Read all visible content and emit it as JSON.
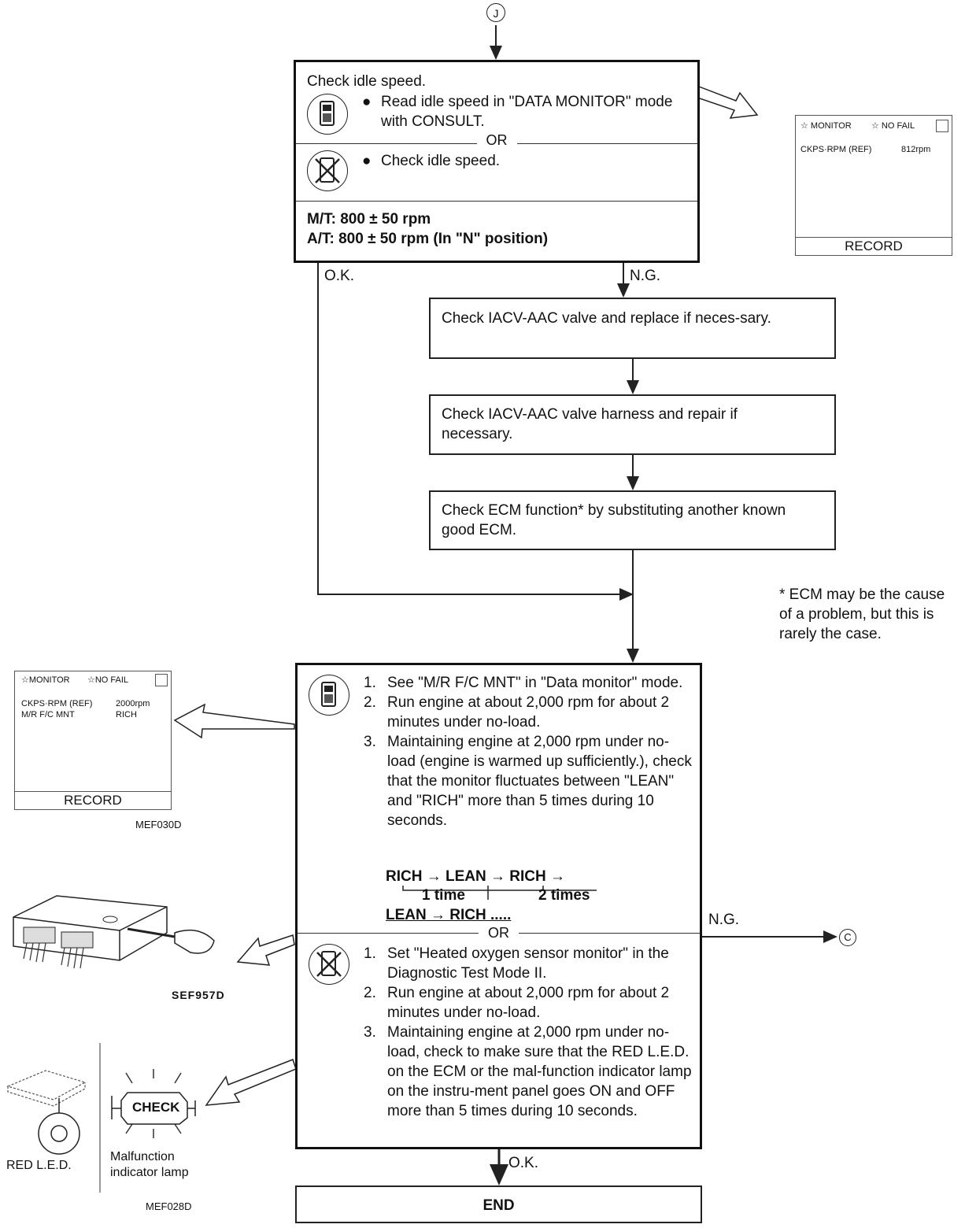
{
  "connector_top": "J",
  "connector_right": "C",
  "box1": {
    "title": "Check idle speed.",
    "consult_step": "Read idle speed in \"DATA MONITOR\" mode with CONSULT.",
    "or": "OR",
    "manual_step": "Check idle speed.",
    "spec_mt": "M/T: 800 ± 50 rpm",
    "spec_at": "A/T: 800 ± 50 rpm (In \"N\" position)"
  },
  "labels": {
    "ok1": "O.K.",
    "ng1": "N.G.",
    "ng2": "N.G.",
    "ok2": "O.K."
  },
  "box2": "Check IACV-AAC valve and replace if neces-sary.",
  "box3": "Check IACV-AAC valve harness and repair if necessary.",
  "box4": "Check ECM function* by substituting another known good ECM.",
  "footnote": "* ECM may be the cause of a problem, but this is rarely the case.",
  "monitor1": {
    "header_left": "☆ MONITOR",
    "header_right": "☆ NO FAIL",
    "row_label": "CKPS·RPM (REF)",
    "row_value": "812rpm",
    "record": "RECORD"
  },
  "monitor2": {
    "header_left": "☆MONITOR",
    "header_right": "☆NO FAIL",
    "row1_label": "CKPS·RPM (REF)",
    "row1_value": "2000rpm",
    "row2_label": "M/R F/C MNT",
    "row2_value": "RICH",
    "record": "RECORD",
    "code": "MEF030D"
  },
  "box5": {
    "consult_steps": [
      "See \"M/R F/C MNT\" in \"Data monitor\" mode.",
      "Run engine at about 2,000 rpm for about 2 minutes under no-load.",
      "Maintaining engine at 2,000 rpm under no-load (engine is warmed up sufficiently.), check that the monitor fluctuates between \"LEAN\" and \"RICH\" more than 5 times during 10 seconds."
    ],
    "seq_line1": "RICH → LEAN → RICH →",
    "seq_1time": "1 time",
    "seq_2times": "2 times",
    "seq_line2": "LEAN → RICH .....",
    "or": "OR",
    "manual_steps": [
      "Set \"Heated oxygen sensor monitor\" in the Diagnostic Test Mode II.",
      "Run engine at about 2,000 rpm for about 2 minutes under no-load.",
      "Maintaining engine at 2,000 rpm under no-load, check to make sure that the RED L.E.D. on the ECM or the mal-function indicator lamp on the instru-ment panel goes ON and OFF more than 5 times during 10 seconds."
    ]
  },
  "ecm_figure_code": "SEF957D",
  "red_led_label": "RED L.E.D.",
  "mil_text": "CHECK",
  "mil_label": "Malfunction indicator lamp",
  "mil_code": "MEF028D",
  "end_label": "END"
}
